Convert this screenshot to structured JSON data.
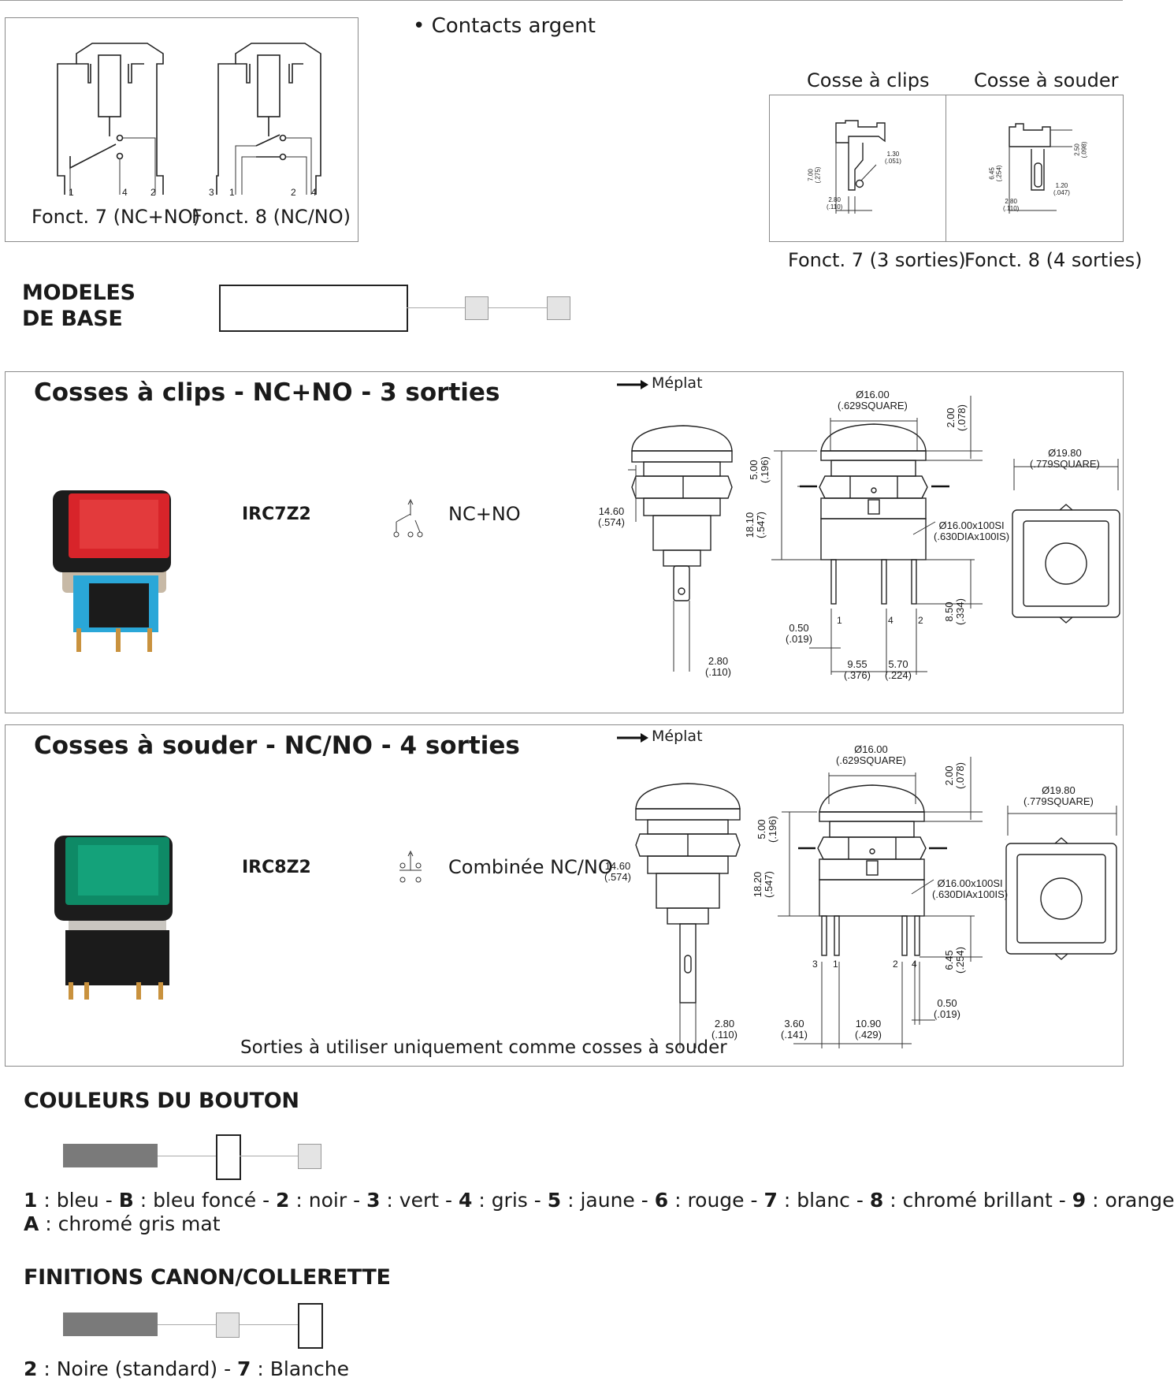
{
  "top": {
    "contacts_note": "• Contacts argent",
    "fonct7_label": "Fonct. 7 (NC+NO)",
    "fonct8_label": "Fonct. 8 (NC/NO)",
    "pins_7": [
      "1",
      "4",
      "2"
    ],
    "pins_8": [
      "3",
      "1",
      "2",
      "4"
    ],
    "cosse_clips": "Cosse à clips",
    "cosse_souder": "Cosse à souder",
    "fonct7_sorties": "Fonct. 7 (3 sorties)",
    "fonct8_sorties": "Fonct. 8 (4 sorties)",
    "clip_dims": {
      "h": "7.00",
      "h_in": "(.275)",
      "d": "1.30",
      "d_in": "(.051)",
      "w": "2.80",
      "w_in": "(.110)"
    },
    "solder_dims": {
      "h": "6.45",
      "h_in": "(.254)",
      "t": "2.50",
      "t_in": "(.098)",
      "g": "1.20",
      "g_in": "(.047)",
      "w": "2.80",
      "w_in": "(.110)"
    }
  },
  "modeles": {
    "line1": "MODELES",
    "line2": "DE BASE"
  },
  "section1": {
    "title": "Cosses à clips - NC+NO - 3 sorties",
    "meplat": "Méplat",
    "code": "IRC7Z2",
    "function": "NC+NO",
    "dims": {
      "d16": "Ø16.00",
      "d16_in": "(.629SQUARE)",
      "t200": "2.00",
      "t200_in": "(.078)",
      "d1980": "Ø19.80",
      "d1980_in": "(.779SQUARE)",
      "t500": "5.00",
      "t500_in": "(.196)",
      "h1460": "14.60",
      "h1460_in": "(.574)",
      "h1810": "18.10",
      "h1810_in": "(.547)",
      "thread": "Ø16.00x100SI",
      "thread_in": "(.630DIAx100IS)",
      "p850": "8.50",
      "p850_in": "(.334)",
      "p050": "0.50",
      "p050_in": "(.019)",
      "p955": "9.55",
      "p955_in": "(.376)",
      "p570": "5.70",
      "p570_in": "(.224)",
      "p280": "2.80",
      "p280_in": "(.110)",
      "pins": [
        "1",
        "4",
        "2"
      ]
    }
  },
  "section2": {
    "title": "Cosses à souder - NC/NO - 4 sorties",
    "meplat": "Méplat",
    "code": "IRC8Z2",
    "function": "Combinée NC/NO",
    "note": "Sorties à utiliser uniquement comme cosses à souder",
    "dims": {
      "d16": "Ø16.00",
      "d16_in": "(.629SQUARE)",
      "t200": "2.00",
      "t200_in": "(.078)",
      "d1980": "Ø19.80",
      "d1980_in": "(.779SQUARE)",
      "t500": "5.00",
      "t500_in": "(.196)",
      "h1460": "14.60",
      "h1460_in": "(.574)",
      "h1820": "18.20",
      "h1820_in": "(.547)",
      "thread": "Ø16.00x100SI",
      "thread_in": "(.630DIAx100IS)",
      "p645": "6.45",
      "p645_in": "(.254)",
      "p050": "0.50",
      "p050_in": "(.019)",
      "p360": "3.60",
      "p360_in": "(.141)",
      "p1090": "10.90",
      "p1090_in": "(.429)",
      "p280": "2.80",
      "p280_in": "(.110)",
      "pins": [
        "3",
        "1",
        "2",
        "4"
      ]
    }
  },
  "couleurs": {
    "heading": "COULEURS DU BOUTON",
    "legend_line1": [
      {
        "k": "1",
        "v": " : bleu - "
      },
      {
        "k": "B",
        "v": " : bleu foncé - "
      },
      {
        "k": "2",
        "v": " : noir - "
      },
      {
        "k": "3",
        "v": " : vert - "
      },
      {
        "k": "4",
        "v": " : gris - "
      },
      {
        "k": "5",
        "v": " : jaune - "
      },
      {
        "k": "6",
        "v": " : rouge - "
      },
      {
        "k": "7",
        "v": " : blanc -  "
      },
      {
        "k": "8",
        "v": " : chromé brillant -  "
      },
      {
        "k": "9",
        "v": " : orange"
      }
    ],
    "legend_line2": [
      {
        "k": "A",
        "v": " : chromé gris mat"
      }
    ]
  },
  "finitions": {
    "heading": "FINITIONS CANON/COLLERETTE",
    "legend_line1": [
      {
        "k": "2",
        "v": " : Noire (standard) - "
      },
      {
        "k": "7",
        "v": " : Blanche"
      }
    ]
  },
  "colors": {
    "red_cap": "#d8242a",
    "green_cap": "#0e8a66",
    "blue_body": "#2aa7d8",
    "code_box_grey": "#7a7a7a",
    "code_box_light": "#e4e4e4",
    "border": "#8a8a8a"
  }
}
